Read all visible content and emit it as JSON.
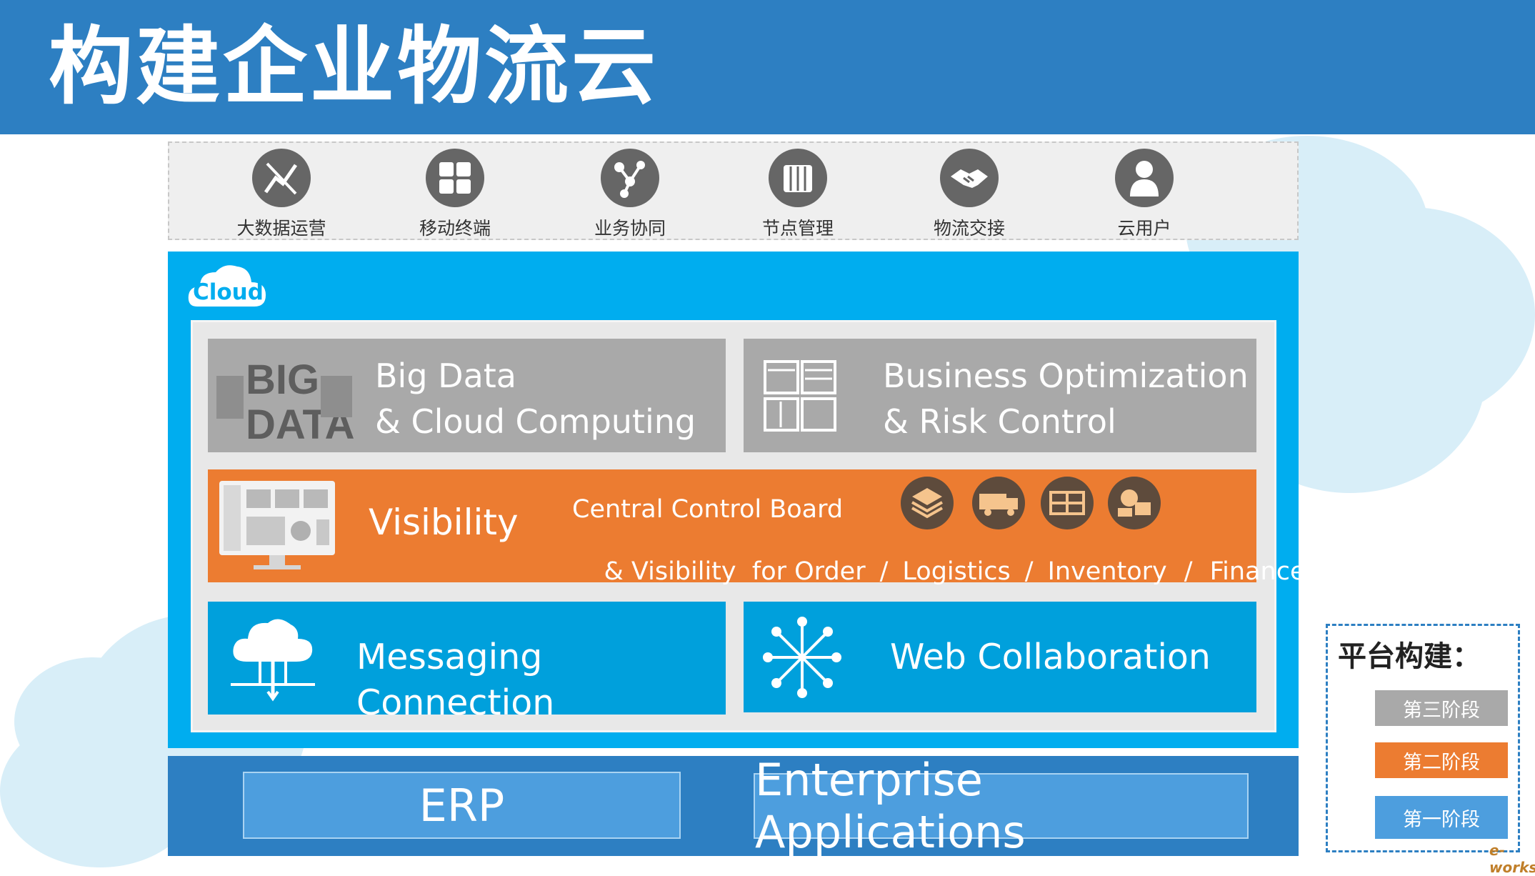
{
  "title": "构建企业物流云",
  "top_icons": [
    {
      "label": "大数据运营",
      "icon": "chart-crossed-icon"
    },
    {
      "label": "移动终端",
      "icon": "mobile-apps-icon"
    },
    {
      "label": "业务协同",
      "icon": "network-nodes-icon"
    },
    {
      "label": "节点管理",
      "icon": "book-icon"
    },
    {
      "label": "物流交接",
      "icon": "handshake-icon"
    },
    {
      "label": "云用户",
      "icon": "user-icon"
    }
  ],
  "cloud_badge": "Cloud",
  "blocks": {
    "big_data": {
      "line1": "Big Data",
      "line2": "& Cloud Computing",
      "icon": "big-data-wordcloud-icon"
    },
    "business": {
      "line1": "Business Optimization",
      "line2": "& Risk Control",
      "icon": "forms-icon"
    },
    "visibility": {
      "title": "Visibility",
      "line1": "Central Control Board",
      "line2_prefix": "& Visibility  for Order",
      "items": [
        "Logistics",
        "Inventory",
        "Finance"
      ],
      "sep": "/",
      "icons": [
        "layers-icon",
        "truck-icon",
        "warehouse-icon",
        "finance-icon"
      ]
    },
    "messaging": {
      "label": "Messaging Connection",
      "icon": "cloud-upload-icon"
    },
    "web": {
      "label": "Web Collaboration",
      "icon": "hub-icon"
    }
  },
  "base": {
    "erp": "ERP",
    "enterprise": "Enterprise Applications"
  },
  "legend": {
    "title": "平台构建：",
    "items": [
      {
        "label": "第三阶段",
        "color": "#a9a9a9"
      },
      {
        "label": "第二阶段",
        "color": "#ec7c31"
      },
      {
        "label": "第一阶段",
        "color": "#4d9ede"
      }
    ]
  },
  "watermark": "e-works",
  "colors": {
    "header": "#2d7fc2",
    "cloud": "#00adef",
    "gray": "#a9a9a9",
    "orange": "#ec7c31",
    "blue": "#00a0dc"
  }
}
